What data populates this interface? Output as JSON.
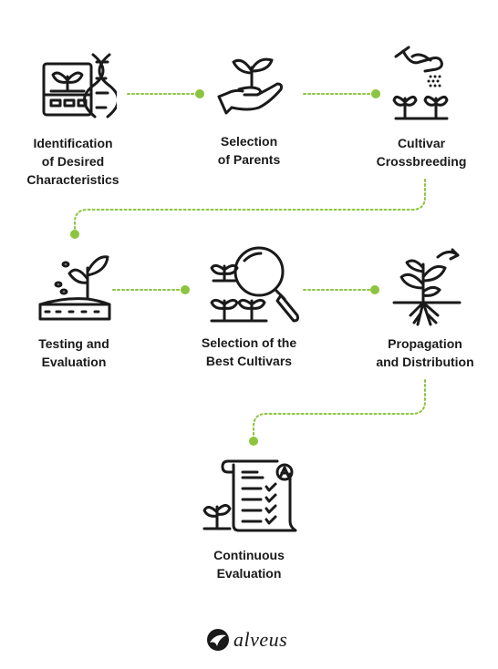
{
  "accent_color": "#8cc43f",
  "icon_color": "#1a1a1a",
  "steps": [
    {
      "label": "Identification\nof Desired\nCharacteristics",
      "icon": "dna-seed-packet-icon"
    },
    {
      "label": "Selection\nof Parents",
      "icon": "hand-sprout-icon"
    },
    {
      "label": "Cultivar\nCrossbreeding",
      "icon": "pollinating-hand-icon"
    },
    {
      "label": "Testing and\nEvaluation",
      "icon": "soil-seedling-icon"
    },
    {
      "label": "Selection of the\nBest Cultivars",
      "icon": "magnifier-plants-icon"
    },
    {
      "label": "Propagation\nand Distribution",
      "icon": "plant-roots-arrow-icon"
    },
    {
      "label": "Continuous\nEvaluation",
      "icon": "checklist-scroll-icon"
    }
  ],
  "brand": {
    "name": "alveus",
    "icon": "alveus-logo-icon"
  }
}
